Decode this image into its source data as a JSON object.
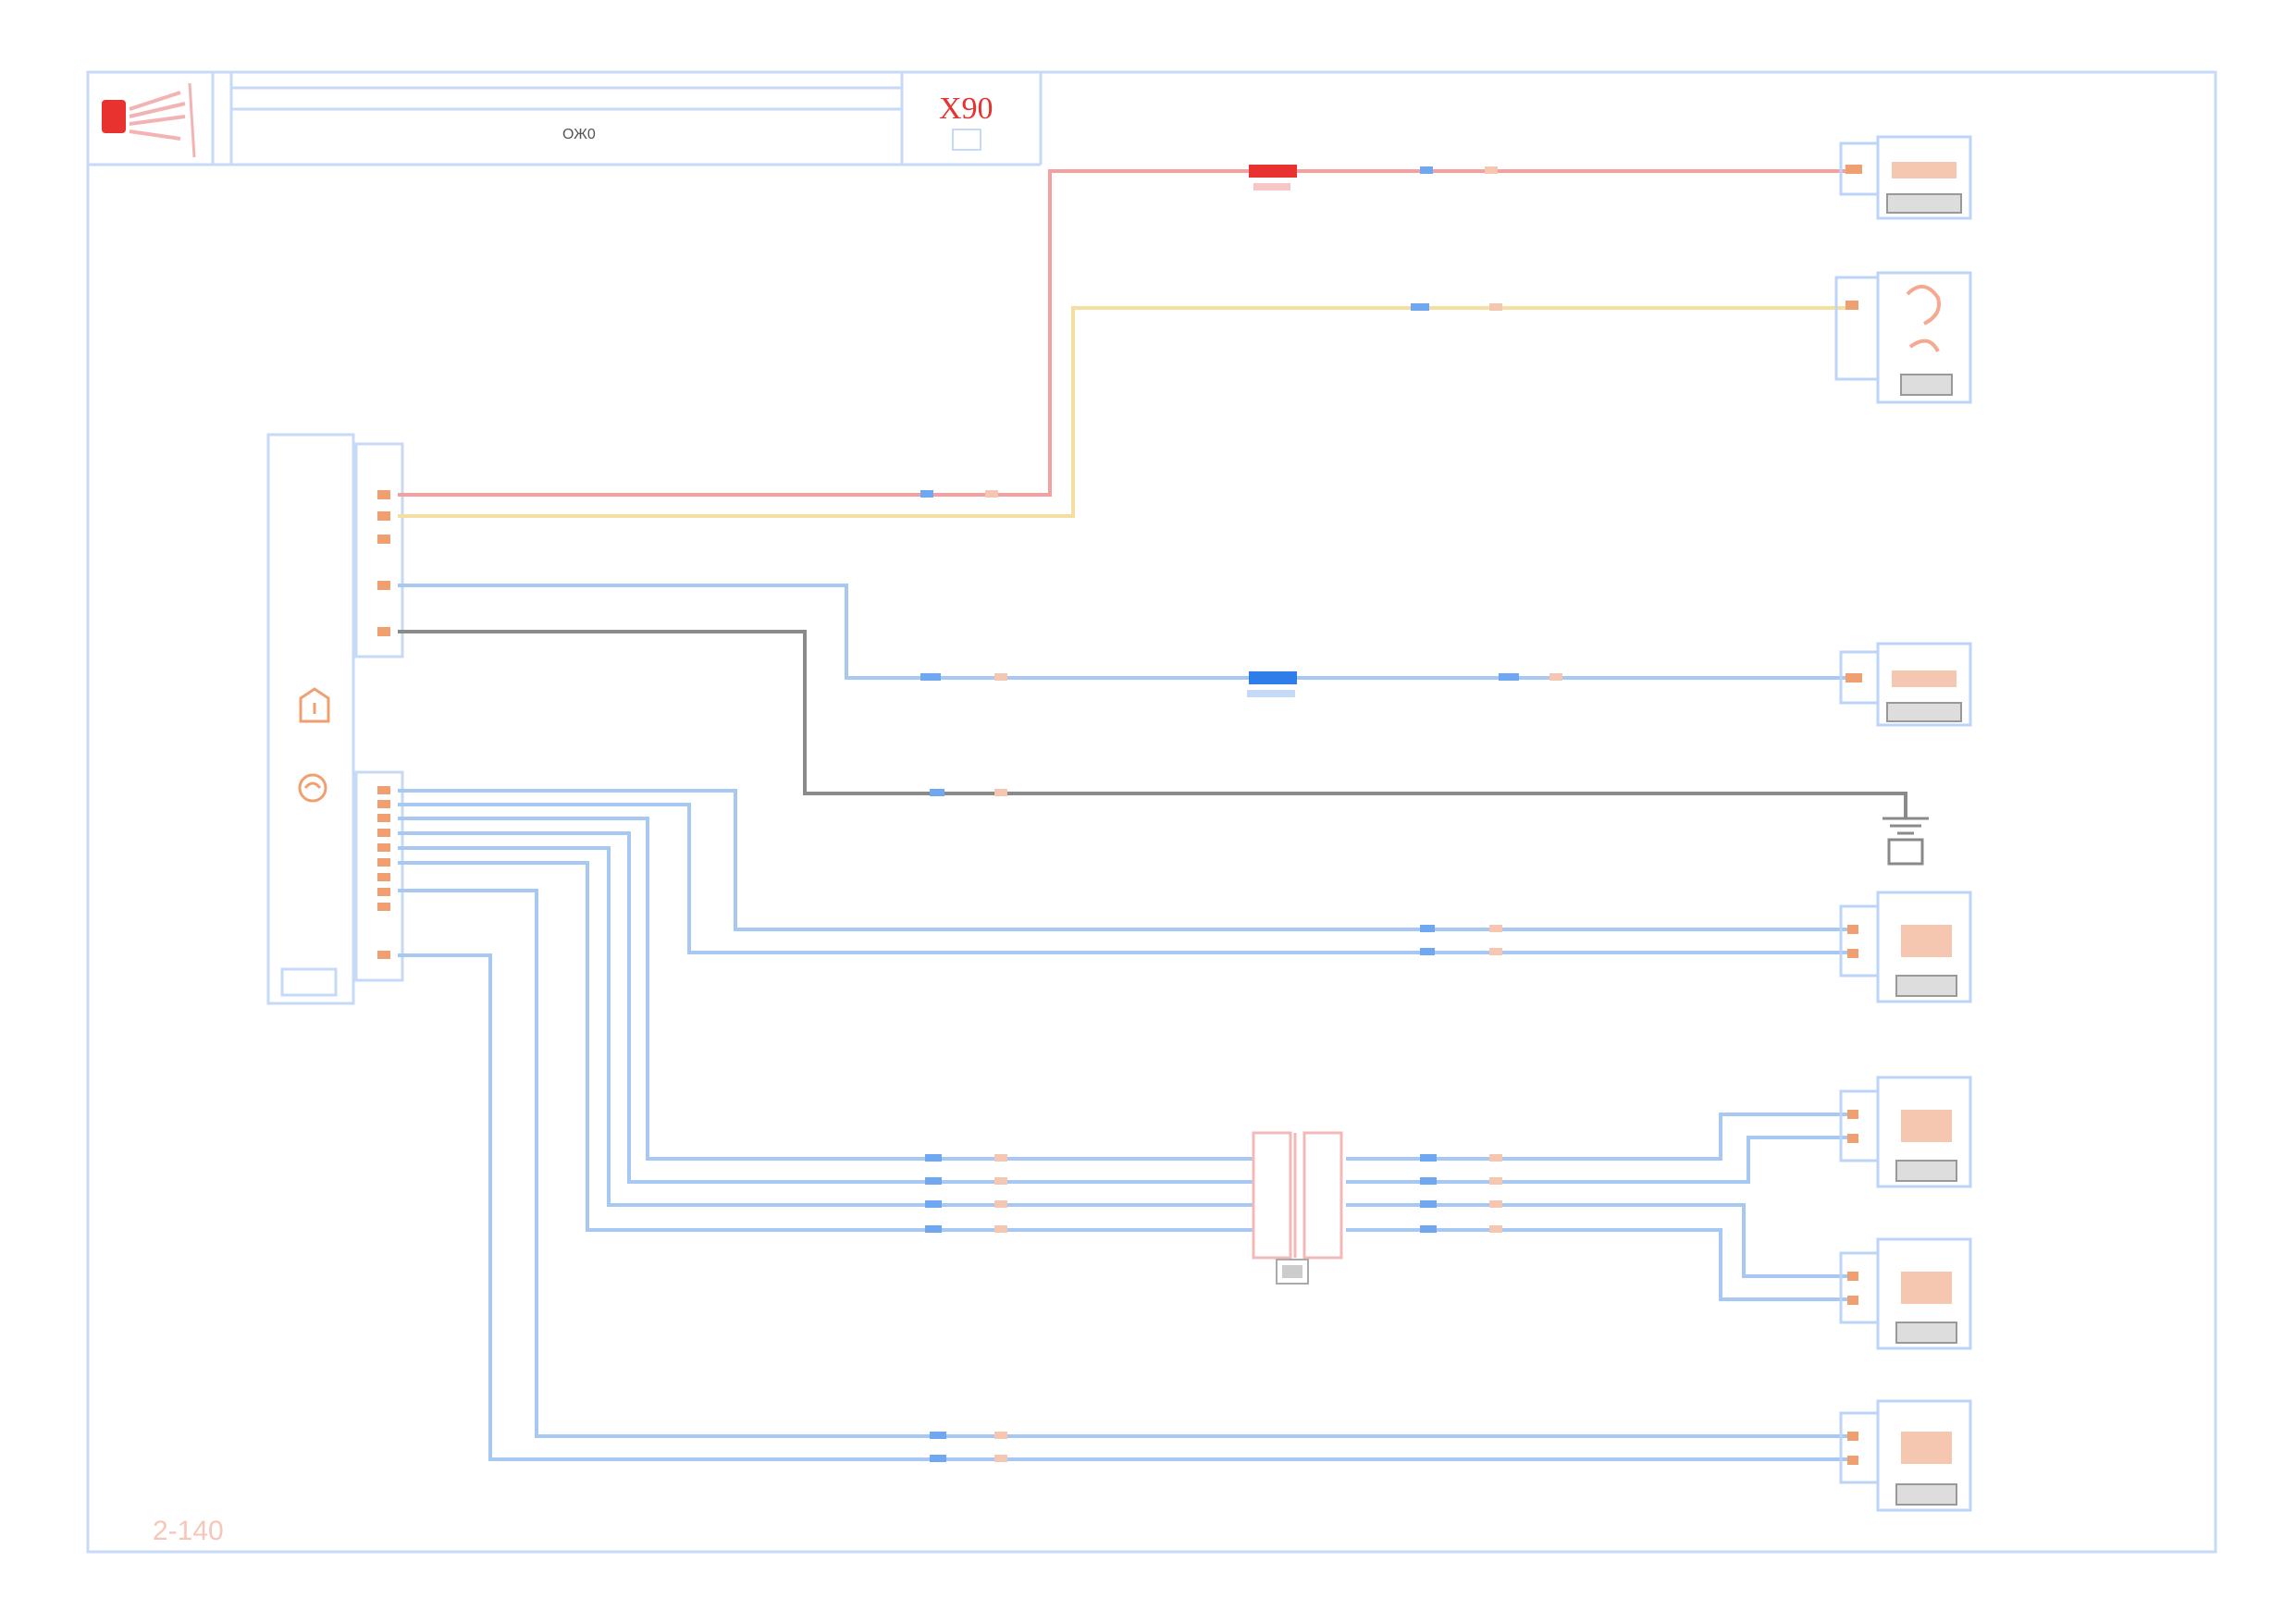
{
  "header": {
    "model_code": "X90",
    "center_text": "ОЖ0",
    "page_ref": "2-140"
  },
  "colors": {
    "frame": "#bcd4f7",
    "wire_red": "#f4a0a0",
    "wire_yellow": "#f5dfa0",
    "wire_blue": "#6fa8f0",
    "wire_gray": "#8a8a8a",
    "red_accent": "#e8322f",
    "blue_accent": "#2f7de8",
    "pin_orange": "#f0a070"
  },
  "icons": {
    "brand": "red-vehicle-logo-icon",
    "ground": "ground-symbol-icon",
    "lamp": "lamp-symbol-icon",
    "warning": "warning-symbol-icon"
  }
}
